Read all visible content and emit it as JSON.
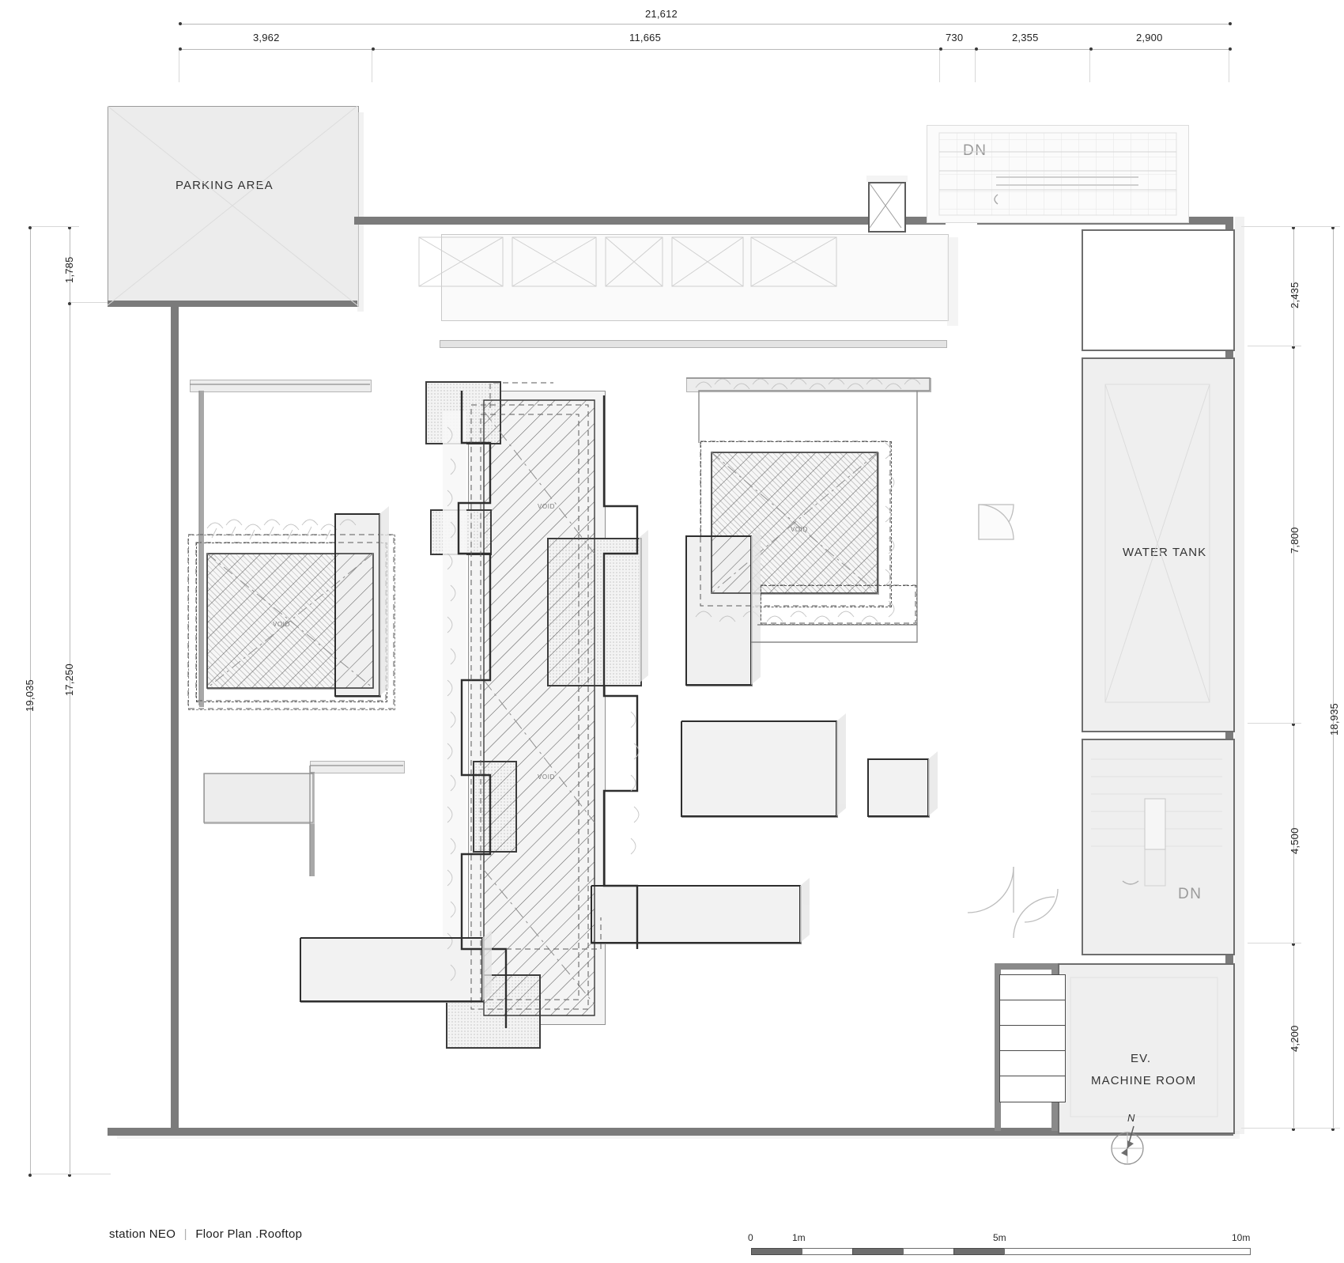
{
  "drawing": {
    "project": "station NEO",
    "separator": "|",
    "sheet_title": "Floor Plan .Rooftop"
  },
  "dimensions": {
    "top": {
      "overall": "21,612",
      "segments": [
        "3,962",
        "11,665",
        "730",
        "2,355",
        "2,900"
      ]
    },
    "right": {
      "overall": "18,935",
      "segments": [
        "2,435",
        "7,800",
        "4,500",
        "4,200"
      ]
    },
    "left": {
      "overall": "19,035",
      "segments": [
        "1,785",
        "17,250"
      ]
    }
  },
  "rooms": [
    {
      "name": "PARKING AREA",
      "label": "PARKING AREA"
    },
    {
      "name": "WATER TANK",
      "label": "WATER TANK"
    },
    {
      "name": "EV. MACHINE ROOM",
      "label_line1": "EV.",
      "label_line2": "MACHINE ROOM"
    }
  ],
  "annotations": {
    "stair_down_top": "DN",
    "stair_down_right": "DN",
    "void_left": "VOID",
    "void_center_upper": "VOID",
    "void_center_lower": "VOID",
    "void_right": "VOID"
  },
  "scale_bar": {
    "ticks": [
      "0",
      "1m",
      "5m",
      "10m"
    ]
  },
  "north_arrow": {
    "label": "N"
  },
  "colors": {
    "wall": "#7b7b7b",
    "room_fill": "#efefef",
    "line": "#4a4a4a",
    "dim_text": "#1f1f1f",
    "muted_text": "#9a9a9a"
  }
}
